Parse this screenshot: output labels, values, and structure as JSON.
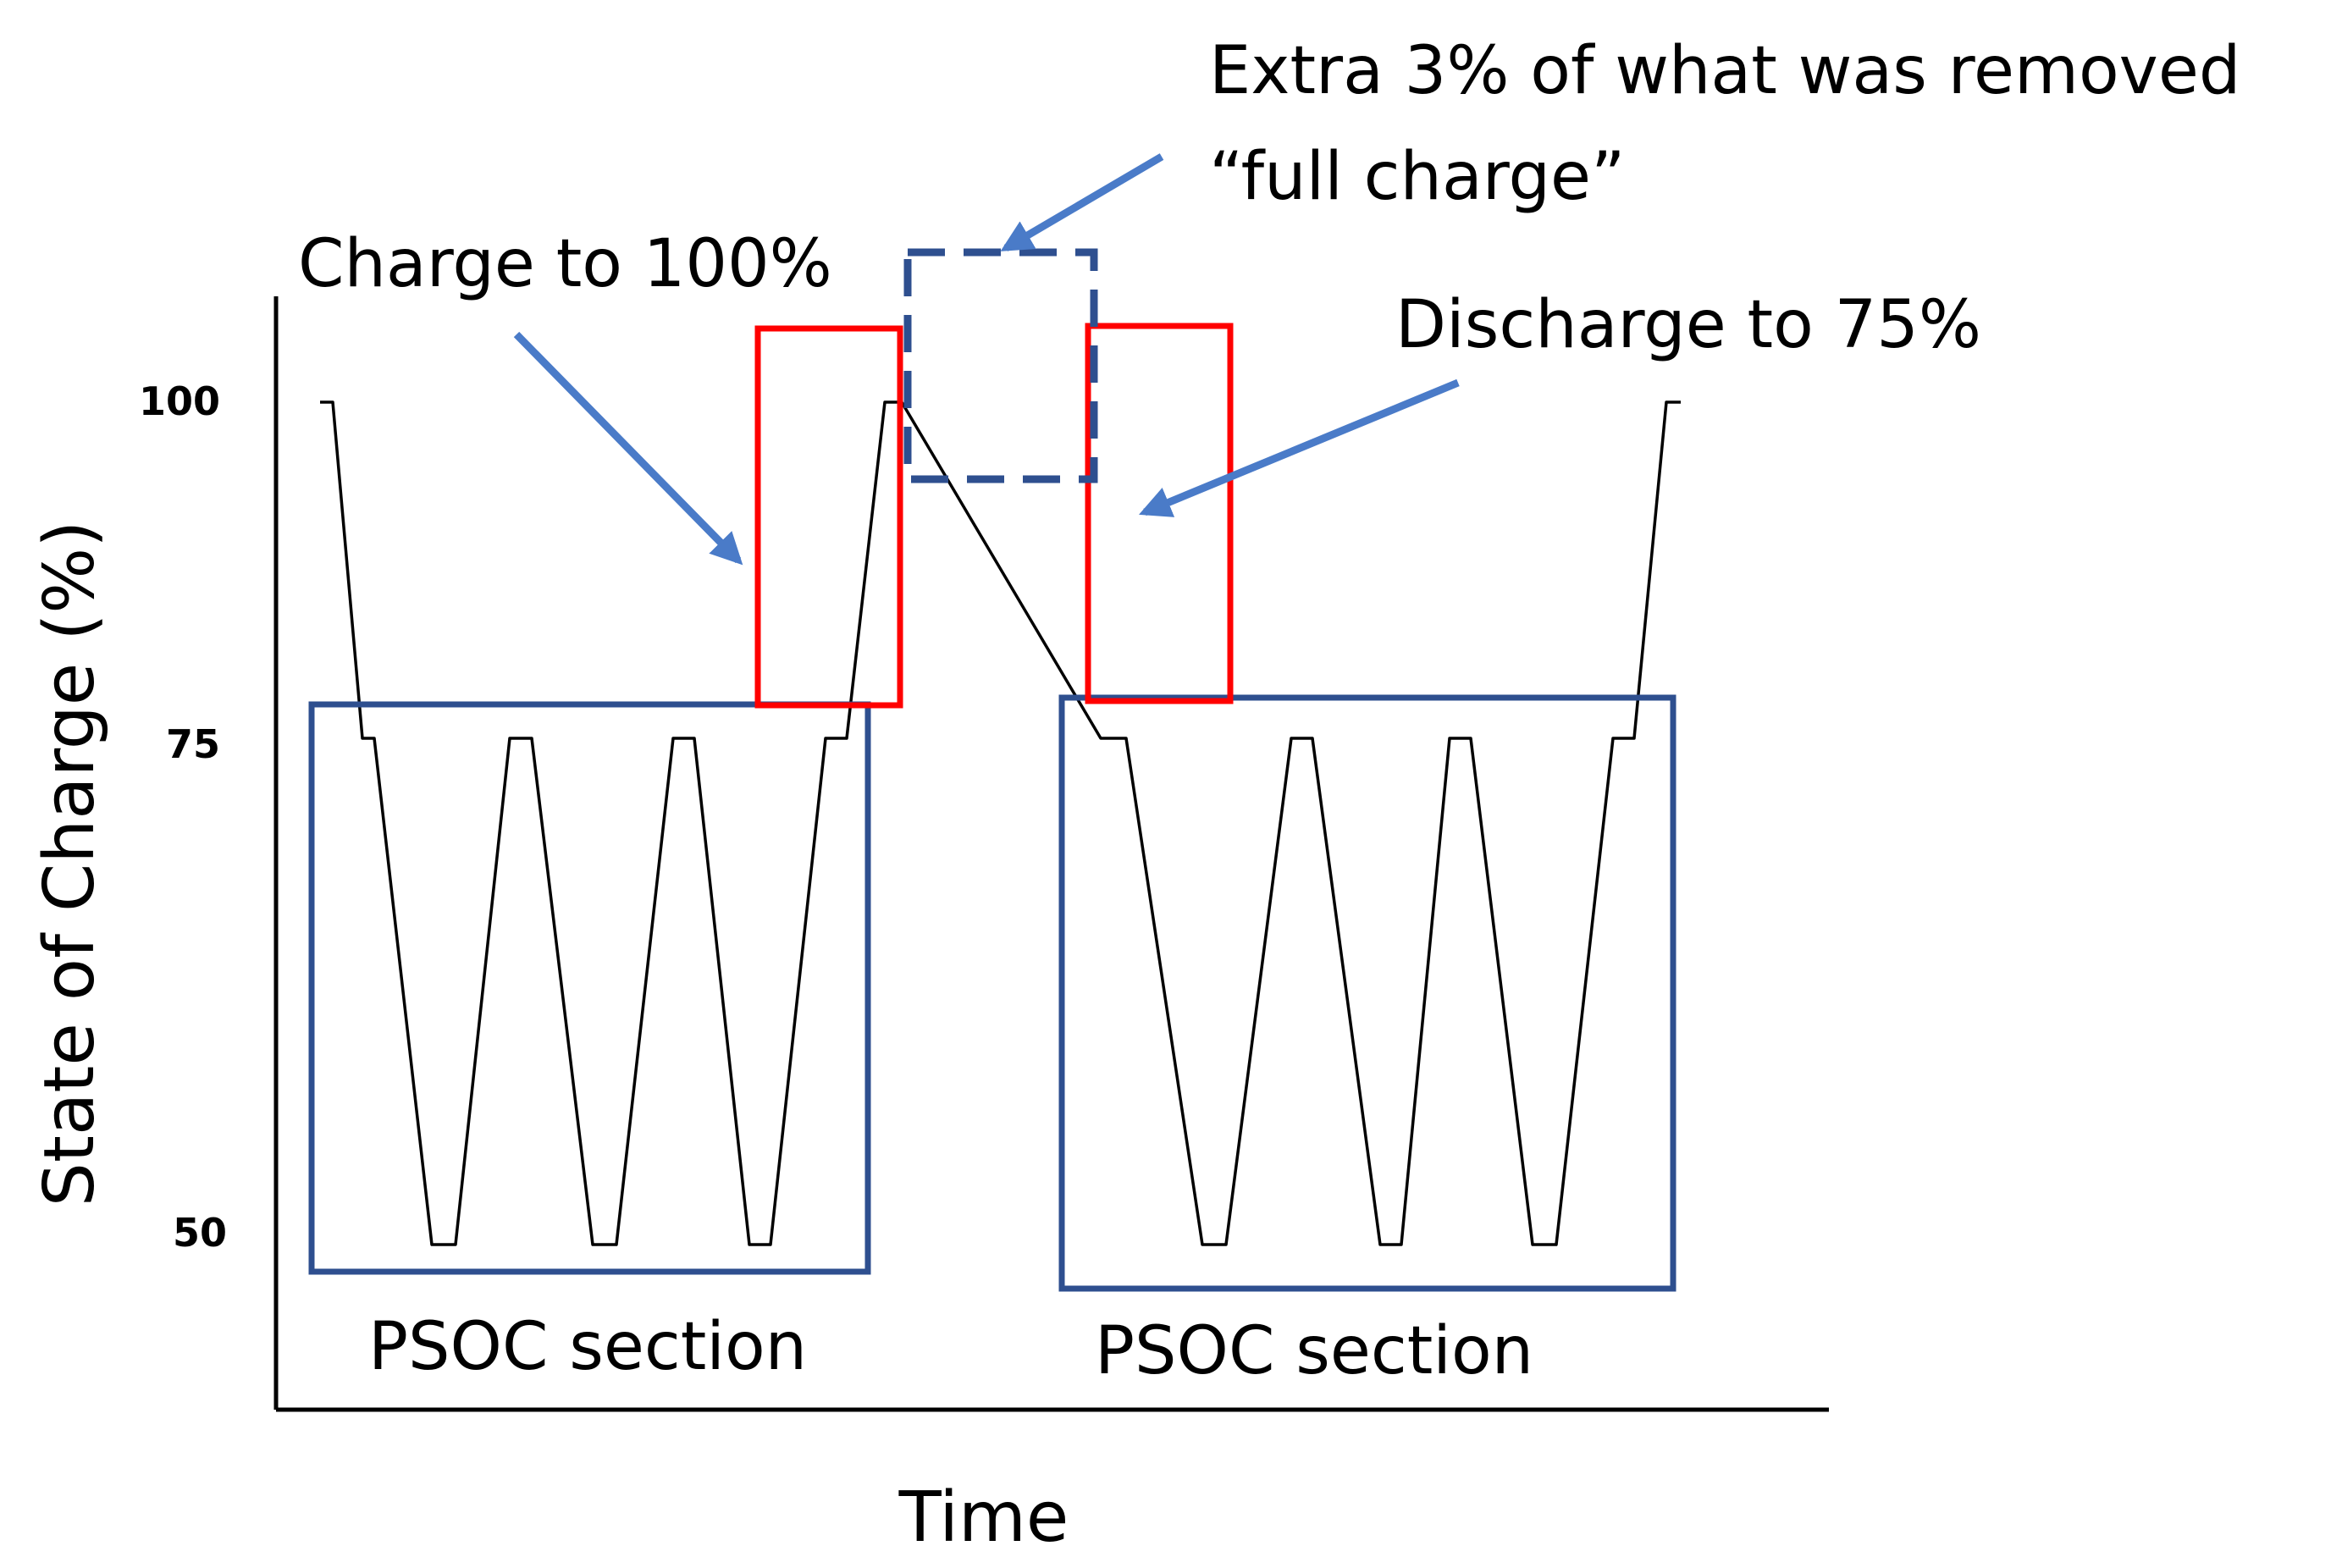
{
  "chart_data": {
    "type": "line",
    "xlabel": "Time",
    "ylabel": "State of Charge (%)",
    "yticks": [
      100,
      75,
      50
    ],
    "ylim": [
      40,
      105
    ],
    "grid": false,
    "series": [
      {
        "values": [
          100,
          75,
          75,
          50,
          50,
          75,
          75,
          50,
          50,
          75,
          75,
          50,
          50,
          75,
          75,
          100,
          100,
          75,
          75,
          50,
          50,
          75,
          75,
          50,
          50,
          75,
          75,
          50,
          50,
          75,
          75,
          100,
          100
        ]
      }
    ],
    "annotations": {
      "charge": "Charge to 100%",
      "extra_line1": "Extra 3% of what was removed",
      "extra_line2": "“full charge”",
      "discharge": "Discharge to 75%",
      "psoc_left": "PSOC section",
      "psoc_right": "PSOC section"
    },
    "colors": {
      "line": "#000000",
      "psoc_box": "#2E4F8F",
      "charge_box": "#FF0000",
      "extra_box": "#2E4F8F",
      "arrow": "#4A7BC8"
    }
  }
}
